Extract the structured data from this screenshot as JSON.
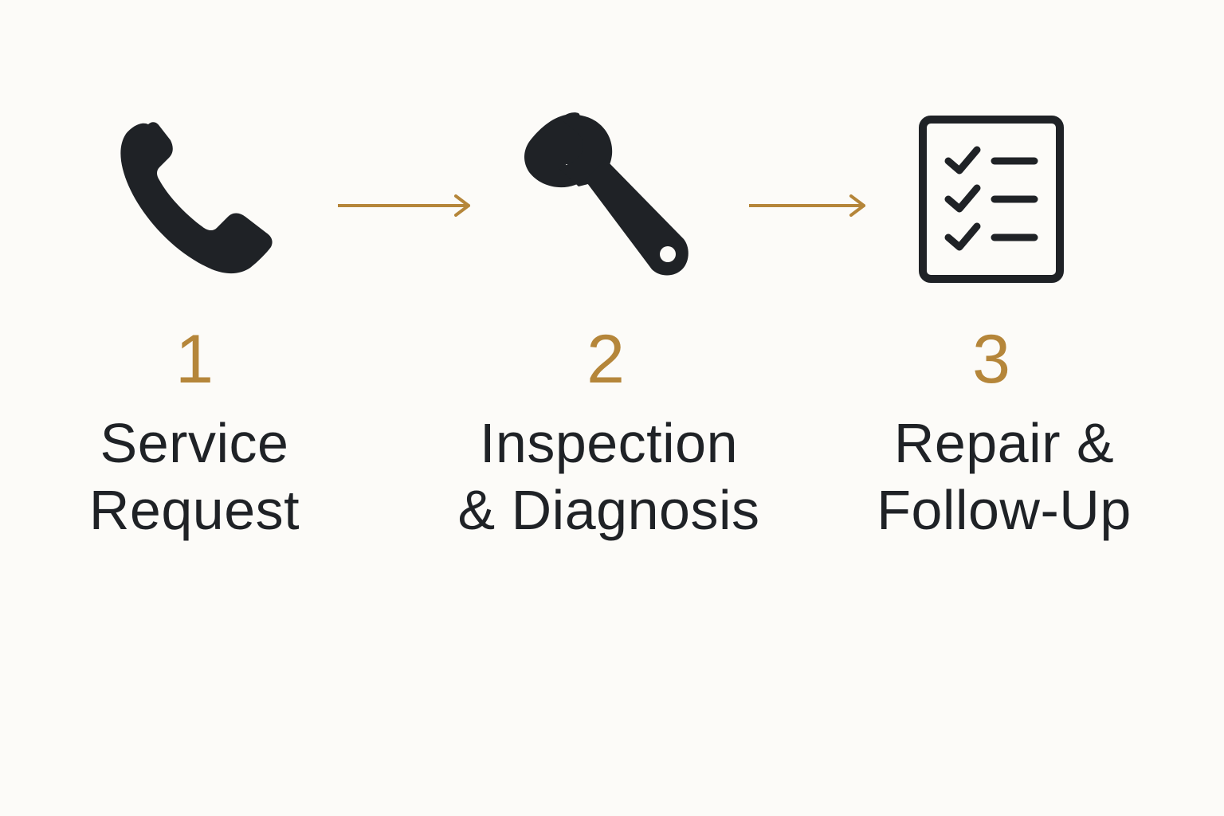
{
  "colors": {
    "background": "#fcfbf8",
    "icon": "#1f2226",
    "accent": "#b5863a",
    "text": "#1f2226"
  },
  "steps": [
    {
      "number": "1",
      "icon": "phone-icon",
      "label_line1": "Service",
      "label_line2": "Request"
    },
    {
      "number": "2",
      "icon": "wrench-icon",
      "label_line1": "Inspection",
      "label_line2": "& Diagnosis"
    },
    {
      "number": "3",
      "icon": "checklist-icon",
      "label_line1": "Repair &",
      "label_line2": "Follow-Up"
    }
  ],
  "connectors": [
    {
      "icon": "arrow-right-icon"
    },
    {
      "icon": "arrow-right-icon"
    }
  ]
}
